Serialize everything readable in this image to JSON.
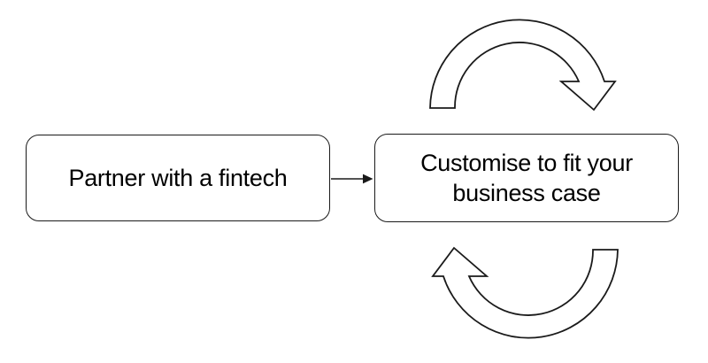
{
  "diagram": {
    "background_color": "#ffffff",
    "outline_color": "#1a1a1a",
    "text_color": "#000000",
    "nodes": [
      {
        "id": "partner",
        "label": "Partner with a fintech",
        "lines": [
          "Partner with a fintech"
        ]
      },
      {
        "id": "customise",
        "label": "Customise to fit your business case",
        "lines": [
          "Customise to fit your",
          "business case"
        ]
      }
    ],
    "connector": {
      "from": "partner",
      "to": "customise",
      "style": "straight-line-solid-arrowhead",
      "direction": "right"
    },
    "cycle_arrows": [
      {
        "id": "top",
        "position": "above-customise-node",
        "direction": "clockwise"
      },
      {
        "id": "bottom",
        "position": "below-customise-node",
        "direction": "clockwise"
      }
    ]
  }
}
